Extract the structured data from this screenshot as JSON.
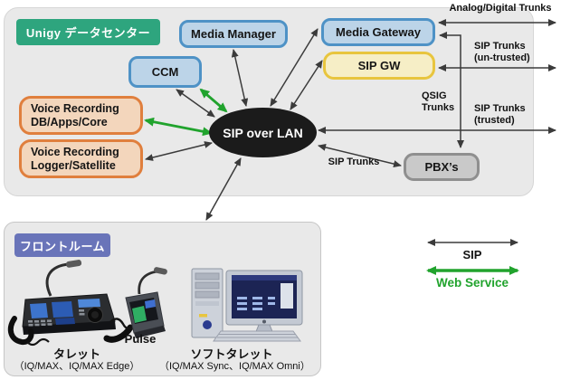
{
  "datacenter": {
    "label": "Unigy データセンター",
    "nodes": {
      "media_manager": "Media Manager",
      "ccm": "CCM",
      "media_gateway": "Media Gateway",
      "sip_gw": "SIP GW",
      "voice_recording_db": [
        "Voice Recording",
        "DB/Apps/Core"
      ],
      "voice_recording_logger": [
        "Voice Recording",
        "Logger/Satellite"
      ],
      "pbx": "PBX’s",
      "hub": "SIP over LAN"
    },
    "edge_labels": {
      "analog_digital": "Analog/Digital Trunks",
      "sip_untrusted": [
        "SIP Trunks",
        "(un-trusted)"
      ],
      "qsig": [
        "QSIG",
        "Trunks"
      ],
      "sip_trusted": [
        "SIP Trunks",
        "(trusted)"
      ],
      "sip_pbx": "SIP Trunks"
    }
  },
  "frontroom": {
    "label": "フロントルーム",
    "devices": [
      {
        "name": "タレット",
        "detail": "（IQ/MAX、IQ/MAX Edge）"
      },
      {
        "name": "Pulse",
        "detail": ""
      },
      {
        "name": "ソフトタレット",
        "detail": "（IQ/MAX Sync、IQ/MAX Omni）"
      }
    ]
  },
  "legend": {
    "sip": "SIP",
    "web_service": "Web Service"
  },
  "colors": {
    "sip_arrow": "#3b3b3b",
    "web_service_arrow": "#21a32d",
    "datacenter_tag_bg": "#2ea57e",
    "frontroom_tag_bg": "#6974b9",
    "blue_node_fill": "#bcd4e8",
    "blue_node_border": "#4e92c6",
    "yellow_node_fill": "#f6eec6",
    "yellow_node_border": "#e8c53e",
    "orange_node_fill": "#f3d6bc",
    "orange_node_border": "#e07f3d",
    "gray_node_fill": "#c9c9c9",
    "gray_node_border": "#8f8f8f",
    "hub_fill": "#1b1b1b"
  }
}
